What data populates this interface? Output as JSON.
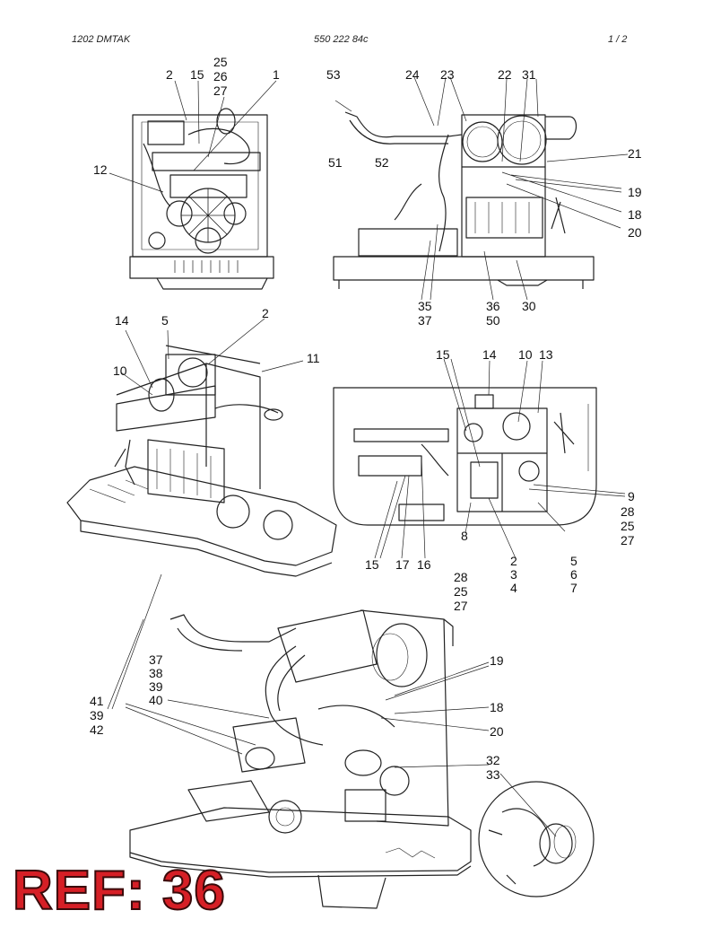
{
  "header": {
    "left": "1202   DMTAK",
    "center": "550 222 84c",
    "right": "1 /   2"
  },
  "labels": {
    "v1": [
      "2",
      "15",
      "25",
      "26",
      "27",
      "1",
      "12"
    ],
    "v2": [
      "53",
      "24",
      "23",
      "22",
      "31",
      "21",
      "19",
      "18",
      "20",
      "51",
      "52",
      "35",
      "37",
      "36",
      "50",
      "30"
    ],
    "v3": [
      "14",
      "5",
      "2",
      "11",
      "10"
    ],
    "v4": [
      "15",
      "14",
      "10",
      "13",
      "9",
      "28",
      "25",
      "27",
      "15",
      "17",
      "16",
      "8",
      "28",
      "25",
      "27",
      "2",
      "3",
      "4",
      "5",
      "6",
      "7"
    ],
    "v5": [
      "37",
      "38",
      "39",
      "40",
      "41",
      "39",
      "42",
      "19",
      "18",
      "20",
      "32",
      "33"
    ]
  },
  "ref_label": "REF: 36",
  "colors": {
    "line": "#222222",
    "ref_fill": "#d61f26",
    "ref_outline": "#3a0a0a"
  }
}
